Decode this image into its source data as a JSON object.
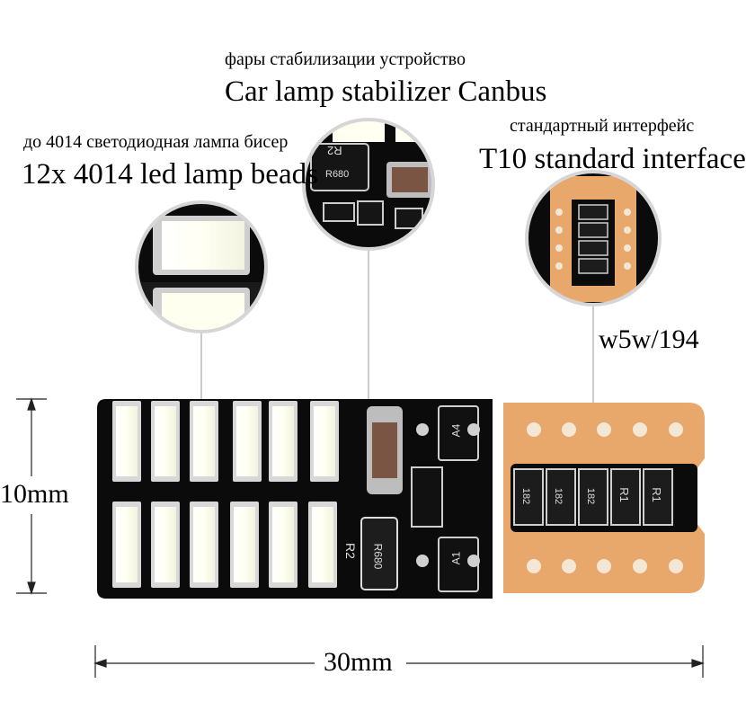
{
  "labels": {
    "stabilizer_ru": "фары  стабилизации устройство",
    "stabilizer_en": "Car lamp stabilizer  Canbus",
    "beads_ru": "до 4014 светодиодная лампа бисер",
    "beads_en": "12x 4014 led lamp beads",
    "interface_ru": "стандартный интерфейс",
    "interface_en": "T10 standard interface",
    "bulb_code": "w5w/194"
  },
  "dimensions": {
    "height": "10mm",
    "length": "30mm"
  },
  "pcb_marks": {
    "r2": "R2",
    "r680": "R680",
    "a4": "A4",
    "a1": "A1",
    "r182": "182",
    "r1": "R1"
  },
  "colors": {
    "pcb": "#0b0b0b",
    "led": "#ffffee",
    "led_frame": "#dcdcdc",
    "copper": "#e8a86b",
    "pad": "#f4e7d6"
  }
}
